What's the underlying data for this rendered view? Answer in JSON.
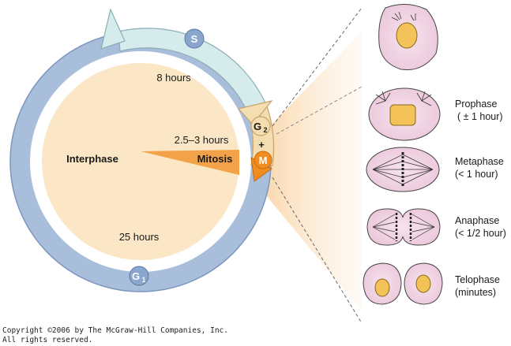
{
  "diagram": {
    "center_label": "Interphase",
    "wedge_label": "Mitosis",
    "durations": {
      "s": "8 hours",
      "g2_m": "2.5–3 hours",
      "g1": "25 hours"
    },
    "phase_badges": {
      "s": "S",
      "g2_letter": "G",
      "g2_sub": "2",
      "plus": "+",
      "m": "M",
      "g1_letter": "G",
      "g1_sub": "1"
    },
    "colors": {
      "outer_ring": "#a9bedb",
      "s_arrow": "#d6ecec",
      "g2_arrow": "#f4ddb0",
      "inner_disc": "#fbe7c6",
      "mitosis_wedge": "#f3a24a",
      "m_badge": "#f28c1e",
      "badge_blue": "#8aa6cc",
      "cell_pink": "#f2d7e7",
      "nucleus": "#f3c35a"
    }
  },
  "stages": [
    {
      "name": "Prophase",
      "duration": "( ± 1 hour)"
    },
    {
      "name": "Metaphase",
      "duration": "(< 1 hour)"
    },
    {
      "name": "Anaphase",
      "duration": "(< 1/2 hour)"
    },
    {
      "name": "Telophase",
      "duration": "(minutes)"
    }
  ],
  "footer": {
    "copyright_line1": "Copyright ©2006 by The McGraw-Hill Companies, Inc.",
    "copyright_line2": "All rights reserved."
  }
}
